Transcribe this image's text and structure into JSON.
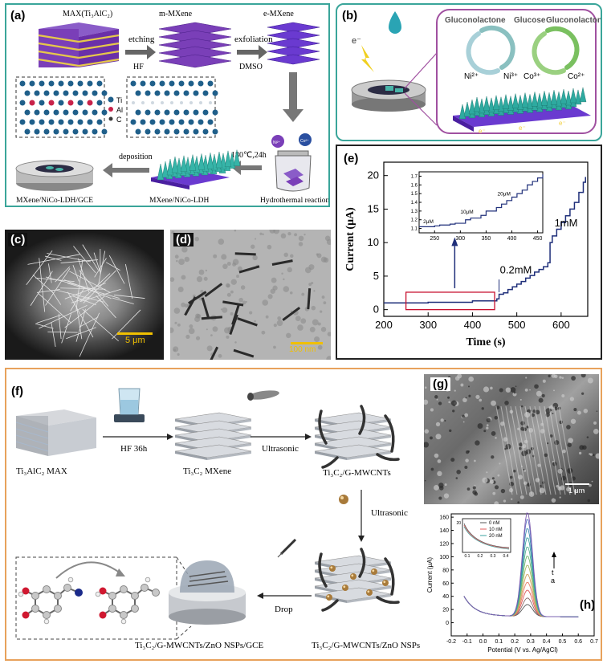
{
  "panel_a": {
    "label": "(a)",
    "max": "MAX(Ti₃AlC₂)",
    "m_mxene": "m-MXene",
    "e_mxene": "e-MXene",
    "etching": "etching",
    "hf": "HF",
    "exfoliation": "exfoliation",
    "dmso": "DMSO",
    "legend": [
      "Ti",
      "Al",
      "C"
    ],
    "conditions": "180℃,24h",
    "deposition": "deposition",
    "gce": "MXene/NiCo-LDH/GCE",
    "ldh": "MXene/NiCo-LDH",
    "hydro": "Hydrothermal reaction",
    "ni_badge": "Ni²⁺",
    "co_badge": "Co²⁺"
  },
  "panel_b": {
    "label": "(b)",
    "gluconolactone": "Gluconolactone",
    "glucose": "Glucose",
    "ni2": "Ni²⁺",
    "ni3": "Ni³⁺",
    "co3": "Co³⁺",
    "co2": "Co²⁺",
    "electron": "e⁻"
  },
  "panel_c": {
    "label": "(c)",
    "scale": "5 μm"
  },
  "panel_d": {
    "label": "(d)",
    "scale": "100 nm"
  },
  "panel_e": {
    "label": "(e)",
    "ann_1mM": "1mM",
    "ann_02mM": "0.2mM",
    "inset_labels": [
      "2μM",
      "10μM",
      "20μM"
    ]
  },
  "panel_f": {
    "label": "(f)",
    "max": "Ti₃AlC₂ MAX",
    "hf36": "HF 36h",
    "mxene": "Ti₃C₂ MXene",
    "ultrasonic1": "Ultrasonic",
    "gmwcnt": "Ti₃C₂/G-MWCNTs",
    "ultrasonic2": "Ultrasonic",
    "drop": "Drop",
    "gce": "Ti₃C₂/G-MWCNTs/ZnO NSPs/GCE",
    "znsps": "Ti₃C₂/G-MWCNTs/ZnO NSPs"
  },
  "panel_g": {
    "label": "(g)",
    "scale": "1 μm"
  },
  "panel_h": {
    "label": "(h)",
    "arrow_t": "t",
    "arrow_a": "a"
  },
  "colors": {
    "teal_frame": "#3aa59a",
    "orange_frame": "#e8a25c",
    "black_frame": "#222222",
    "curve_blue": "#1f2f7a",
    "red_box": "#c8102e"
  },
  "chart_data": [
    {
      "type": "line",
      "panel": "e",
      "xlabel": "Time (s)",
      "ylabel": "Current (μA)",
      "xlim": [
        200,
        660
      ],
      "ylim": [
        -1,
        22
      ],
      "xticks": [
        200,
        300,
        400,
        500,
        600
      ],
      "yticks": [
        0,
        5,
        10,
        15,
        20
      ],
      "series": [
        {
          "x": [
            200,
            300,
            400,
            455,
            460,
            470,
            480,
            490,
            500,
            510,
            520,
            530,
            540,
            550,
            560,
            570,
            575,
            580,
            590,
            600,
            610,
            620,
            630,
            640,
            650,
            655
          ],
          "y": [
            1.0,
            1.1,
            1.3,
            1.6,
            2.3,
            2.5,
            3.0,
            3.4,
            3.8,
            4.2,
            4.7,
            5.1,
            5.6,
            6.0,
            6.4,
            7.0,
            10.0,
            11.0,
            12.0,
            13.0,
            14.0,
            15.0,
            16.0,
            17.5,
            19.0,
            19.8
          ]
        }
      ],
      "inset": {
        "xlim": [
          220,
          460
        ],
        "ylim": [
          1.05,
          1.75
        ],
        "xticks": [
          250,
          300,
          350,
          400,
          450
        ],
        "yticks": [
          1.1,
          1.2,
          1.3,
          1.4,
          1.5,
          1.6,
          1.7
        ],
        "x": [
          220,
          250,
          260,
          280,
          290,
          310,
          320,
          340,
          350,
          370,
          380,
          390,
          400,
          410,
          420,
          430,
          440,
          450,
          460
        ],
        "y": [
          1.12,
          1.13,
          1.14,
          1.15,
          1.16,
          1.2,
          1.22,
          1.25,
          1.3,
          1.34,
          1.38,
          1.42,
          1.46,
          1.5,
          1.54,
          1.6,
          1.64,
          1.68,
          1.72
        ]
      }
    },
    {
      "type": "line",
      "panel": "h",
      "xlabel": "Potential (V vs. Ag/AgCl)",
      "ylabel": "Current (μA)",
      "xlim": [
        -0.2,
        0.7
      ],
      "ylim": [
        -20,
        165
      ],
      "xticks": [
        -0.2,
        -0.1,
        0.0,
        0.1,
        0.2,
        0.3,
        0.4,
        0.5,
        0.6,
        0.7
      ],
      "yticks": [
        0,
        20,
        40,
        60,
        80,
        100,
        120,
        140,
        160
      ],
      "peak_x": 0.28,
      "peak_heights": [
        18,
        28,
        40,
        52,
        64,
        78,
        92,
        106,
        120,
        134,
        148,
        158
      ],
      "legend": [
        "0 nM",
        "10 nM",
        "20 nM"
      ],
      "legend_colors": [
        "#555555",
        "#e05a5a",
        "#3aa3a0"
      ],
      "inset": {
        "xlim": [
          0.05,
          0.45
        ],
        "yticks": [
          20
        ],
        "xticks": [
          0.1,
          0.2,
          0.3,
          0.4
        ]
      }
    }
  ]
}
